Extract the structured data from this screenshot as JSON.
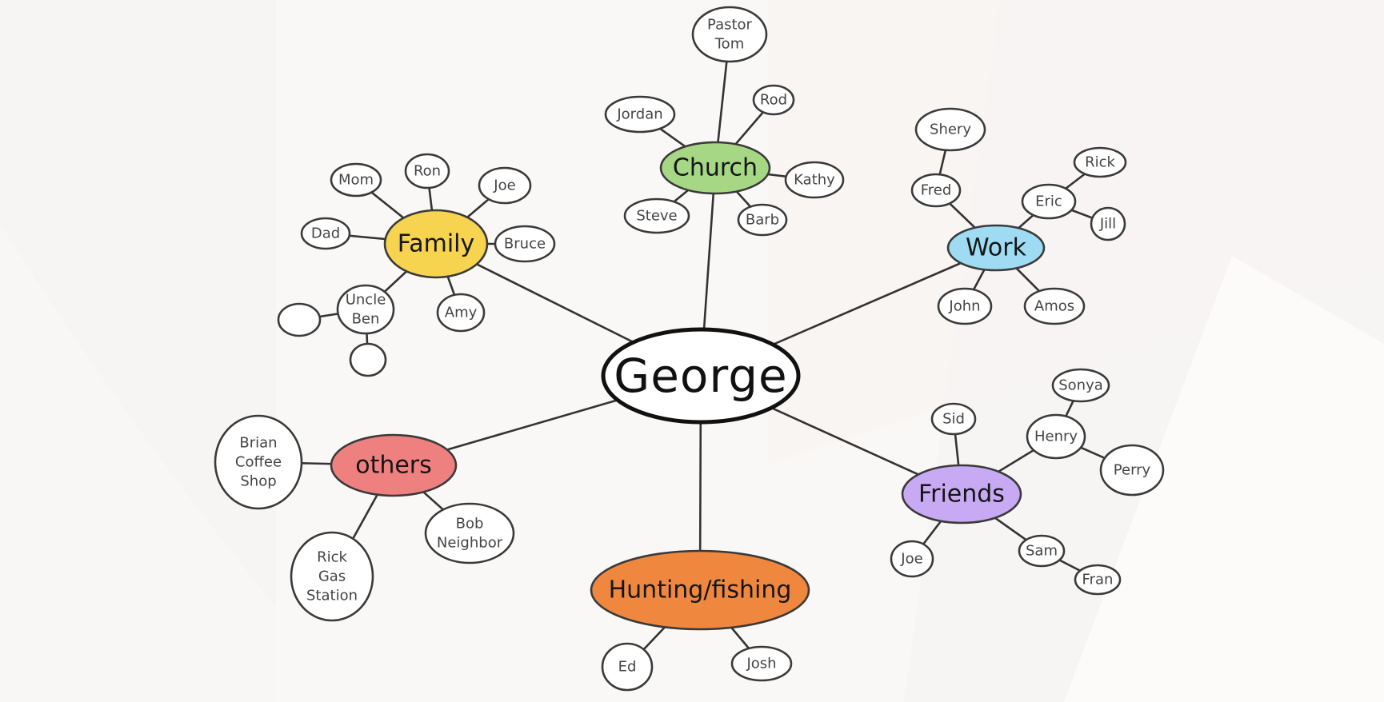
{
  "center": {
    "label": "George",
    "color": "#ffffff"
  },
  "categories": [
    {
      "key": "church",
      "label": "Church",
      "color": "#a6d785",
      "leaves": [
        {
          "key": "pastor-tom",
          "lines": [
            "Pastor",
            "Tom"
          ]
        },
        {
          "key": "jordan",
          "lines": [
            "Jordan"
          ]
        },
        {
          "key": "rod",
          "lines": [
            "Rod"
          ]
        },
        {
          "key": "kathy",
          "lines": [
            "Kathy"
          ]
        },
        {
          "key": "steve",
          "lines": [
            "Steve"
          ]
        },
        {
          "key": "barb",
          "lines": [
            "Barb"
          ]
        }
      ]
    },
    {
      "key": "family",
      "label": "Family",
      "color": "#f6d44f",
      "leaves": [
        {
          "key": "mom",
          "lines": [
            "Mom"
          ]
        },
        {
          "key": "ron",
          "lines": [
            "Ron"
          ]
        },
        {
          "key": "joe",
          "lines": [
            "Joe"
          ]
        },
        {
          "key": "dad",
          "lines": [
            "Dad"
          ]
        },
        {
          "key": "bruce",
          "lines": [
            "Bruce"
          ]
        },
        {
          "key": "uncle-ben",
          "lines": [
            "Uncle",
            "Ben"
          ],
          "children": [
            {
              "key": "blank-1",
              "lines": []
            },
            {
              "key": "blank-2",
              "lines": []
            }
          ]
        },
        {
          "key": "amy",
          "lines": [
            "Amy"
          ]
        }
      ]
    },
    {
      "key": "work",
      "label": "Work",
      "color": "#9fdcf4",
      "leaves": [
        {
          "key": "fred",
          "lines": [
            "Fred"
          ],
          "children": [
            {
              "key": "shery",
              "lines": [
                "Shery"
              ]
            }
          ]
        },
        {
          "key": "eric",
          "lines": [
            "Eric"
          ],
          "children": [
            {
              "key": "rick",
              "lines": [
                "Rick"
              ]
            },
            {
              "key": "jill",
              "lines": [
                "Jill"
              ]
            }
          ]
        },
        {
          "key": "john",
          "lines": [
            "John"
          ]
        },
        {
          "key": "amos",
          "lines": [
            "Amos"
          ]
        }
      ]
    },
    {
      "key": "others",
      "label": "others",
      "color": "#ef8080",
      "leaves": [
        {
          "key": "brian-coffee-shop",
          "lines": [
            "Brian",
            "Coffee",
            "Shop"
          ]
        },
        {
          "key": "bob-neighbor",
          "lines": [
            "Bob",
            "Neighbor"
          ]
        },
        {
          "key": "rick-gas-station",
          "lines": [
            "Rick",
            "Gas",
            "Station"
          ]
        }
      ]
    },
    {
      "key": "friends",
      "label": "Friends",
      "color": "#c8aaf4",
      "leaves": [
        {
          "key": "sid",
          "lines": [
            "Sid"
          ]
        },
        {
          "key": "henry",
          "lines": [
            "Henry"
          ],
          "children": [
            {
              "key": "sonya",
              "lines": [
                "Sonya"
              ]
            },
            {
              "key": "perry",
              "lines": [
                "Perry"
              ]
            }
          ]
        },
        {
          "key": "joe-friend",
          "lines": [
            "Joe"
          ]
        },
        {
          "key": "sam",
          "lines": [
            "Sam"
          ],
          "children": [
            {
              "key": "fran",
              "lines": [
                "Fran"
              ]
            }
          ]
        }
      ]
    },
    {
      "key": "hunting-fishing",
      "label": "Hunting/fishing",
      "color": "#ef883e",
      "leaves": [
        {
          "key": "ed",
          "lines": [
            "Ed"
          ]
        },
        {
          "key": "josh",
          "lines": [
            "Josh"
          ]
        }
      ]
    }
  ]
}
